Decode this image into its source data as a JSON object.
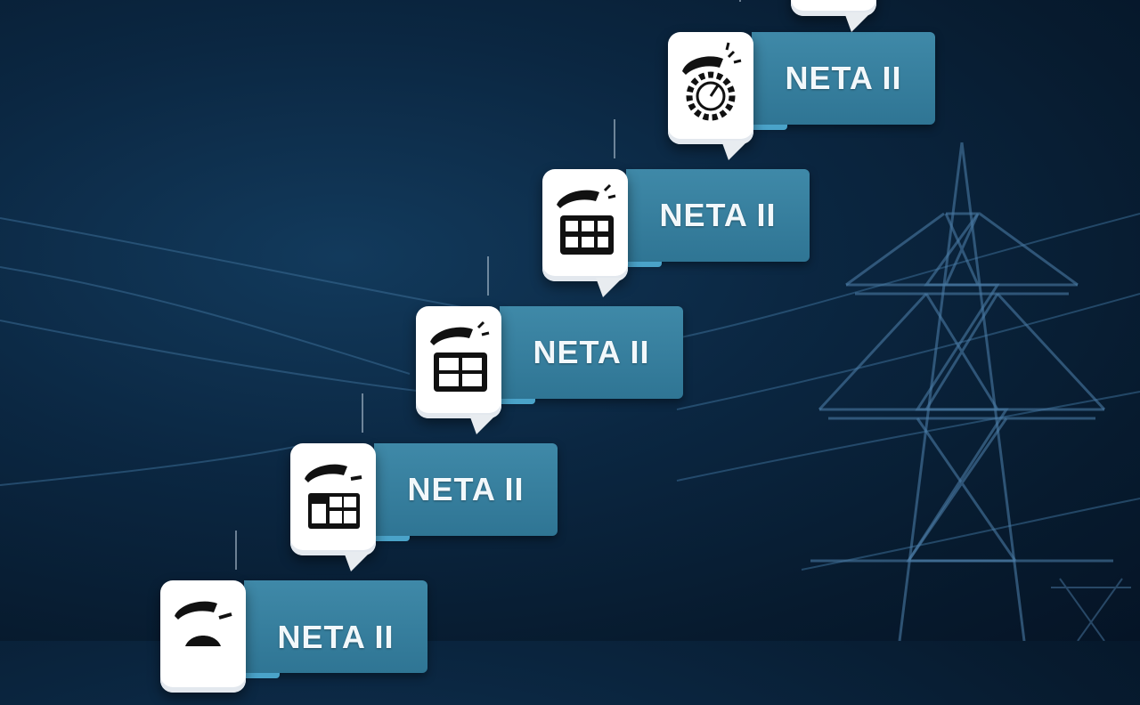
{
  "steps": [
    {
      "label": "",
      "icon": "partial-card-icon"
    },
    {
      "label": "NETA II",
      "icon": "gauge-gear-icon"
    },
    {
      "label": "NETA II",
      "icon": "panel-grid-icon"
    },
    {
      "label": "NETA II",
      "icon": "panel-grid-icon"
    },
    {
      "label": "NETA II",
      "icon": "panel-grid-icon"
    },
    {
      "label": "NETA II",
      "icon": "panel-dome-icon"
    }
  ],
  "colors": {
    "background": "#0b2742",
    "label_box": "#3a82a2",
    "card": "#ffffff",
    "text": "#f2f8fb"
  }
}
